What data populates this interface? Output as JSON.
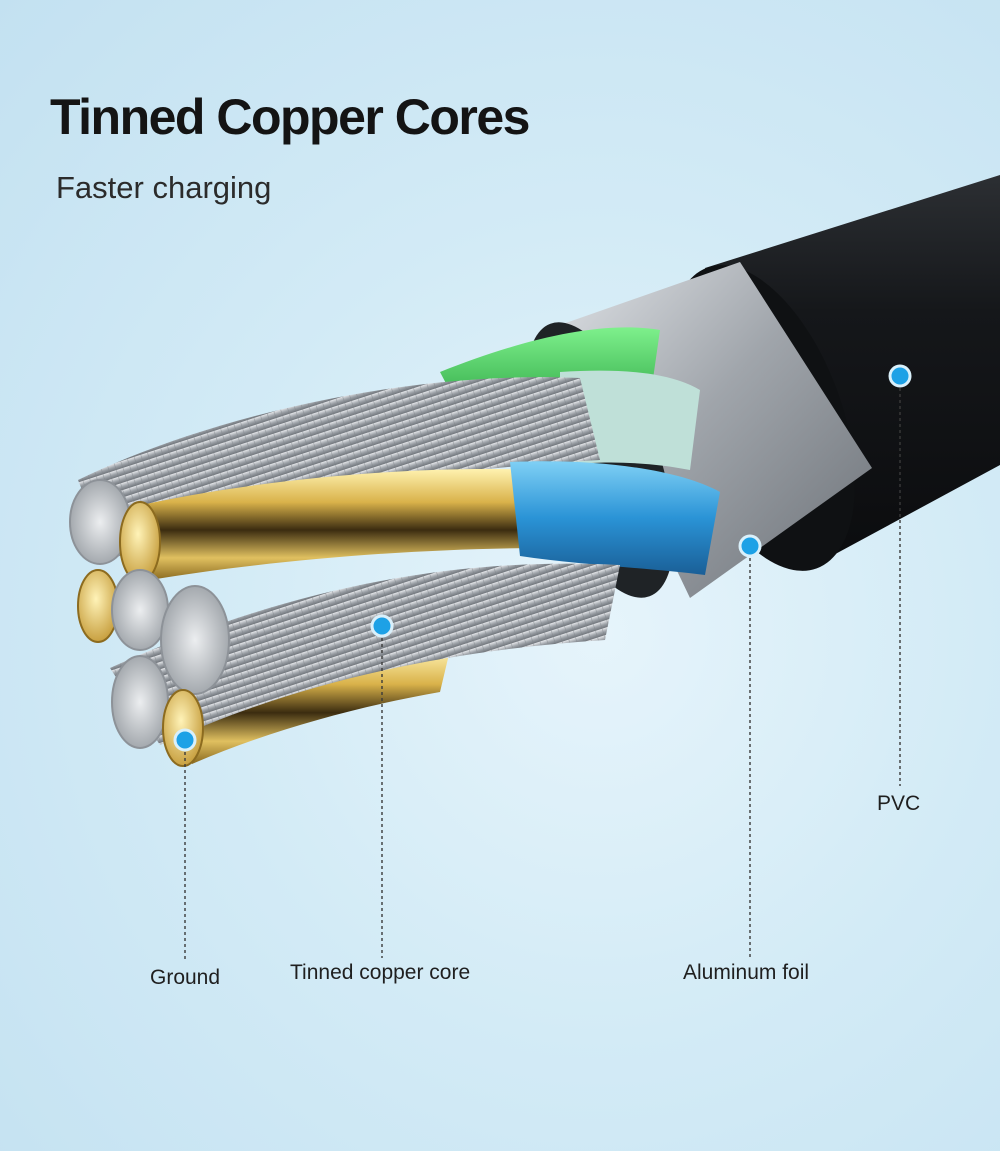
{
  "title": "Tinned Copper Cores",
  "subtitle": "Faster charging",
  "labels": {
    "ground": "Ground",
    "core": "Tinned copper core",
    "foil": "Aluminum foil",
    "pvc": "PVC"
  },
  "colors": {
    "marker": "#1da1e6",
    "jacket": "#1b1d1f",
    "foil": "#a9adb2",
    "green_wire": "#3ec95a",
    "blue_wire": "#2c8fd0",
    "gold": "#d8b656",
    "strand": "#b8bcc1"
  }
}
